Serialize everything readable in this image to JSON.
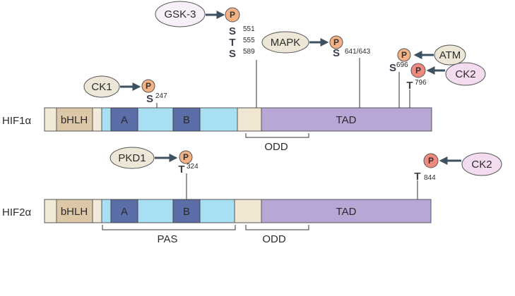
{
  "proteins": {
    "hif1a": "HIF1α",
    "hif2a": "HIF2α"
  },
  "domains": {
    "bhlh": "bHLH",
    "a": "A",
    "b": "B",
    "tad": "TAD"
  },
  "regions": {
    "odd": "ODD",
    "pas": "PAS"
  },
  "kinases": {
    "gsk3": "GSK-3",
    "mapk": "MAPK",
    "ck1": "CK1",
    "atm": "ATM",
    "ck2": "CK2",
    "pkd1": "PKD1"
  },
  "phospho_label": "P",
  "residues": {
    "s551_letter": "S",
    "s551_num": "551",
    "t555_letter": "T",
    "t555_num": "555",
    "s589_letter": "S",
    "s589_num": "589",
    "s641_letter": "S",
    "s641_num": "641/643",
    "s247_letter": "S",
    "s247_num": "247",
    "s696_letter": "S",
    "s696_num": "696",
    "t796_letter": "T",
    "t796_num": "796",
    "t324_letter": "T",
    "t324_num": "324",
    "t844_letter": "T",
    "t844_num": "844"
  },
  "colors": {
    "bhlh": "#dcc7a6",
    "pas": "#a8dff2",
    "pas_ab": "#5b6ea8",
    "tad": "#b7a6d6",
    "odd_bg": "#f0e6d2",
    "phospho_orange": "#f4b183",
    "phospho_red": "#f08a80",
    "kinase_beige": "#ece7d6",
    "kinase_pink": "#f4dcf0",
    "arrow": "#3e5160"
  }
}
